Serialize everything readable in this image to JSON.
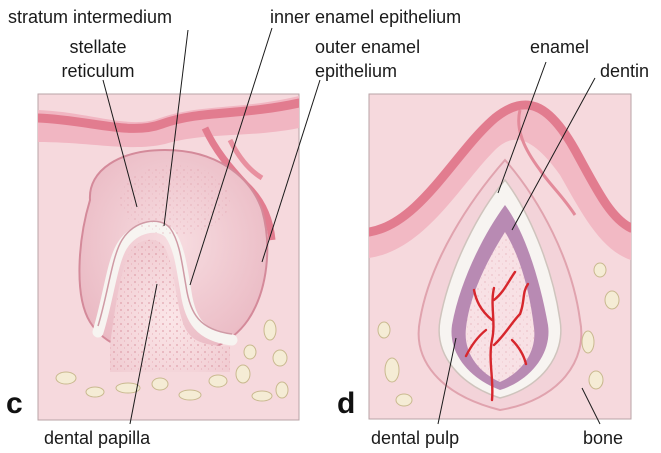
{
  "panels": [
    {
      "letter": "c",
      "labels": {
        "stratum_intermedium": "stratum intermedium",
        "stellate_1": "stellate",
        "stellate_2": "reticulum",
        "inner_enamel": "inner enamel epithelium",
        "outer_enamel_1": "outer enamel",
        "outer_enamel_2": "epithelium",
        "dental_papilla": "dental papilla"
      }
    },
    {
      "letter": "d",
      "labels": {
        "enamel": "enamel",
        "dentin": "dentin",
        "dental_pulp": "dental pulp",
        "bone": "bone"
      }
    }
  ],
  "colors": {
    "background_tissue": "#f6d9dd",
    "epithelium_band": "#e67c8f",
    "enamel_organ": "#f2ccd3",
    "enamel": "#f7f4f1",
    "dentin": "#b88ab3",
    "vessels": "#d7272d",
    "bone": "#f5ecd5"
  }
}
